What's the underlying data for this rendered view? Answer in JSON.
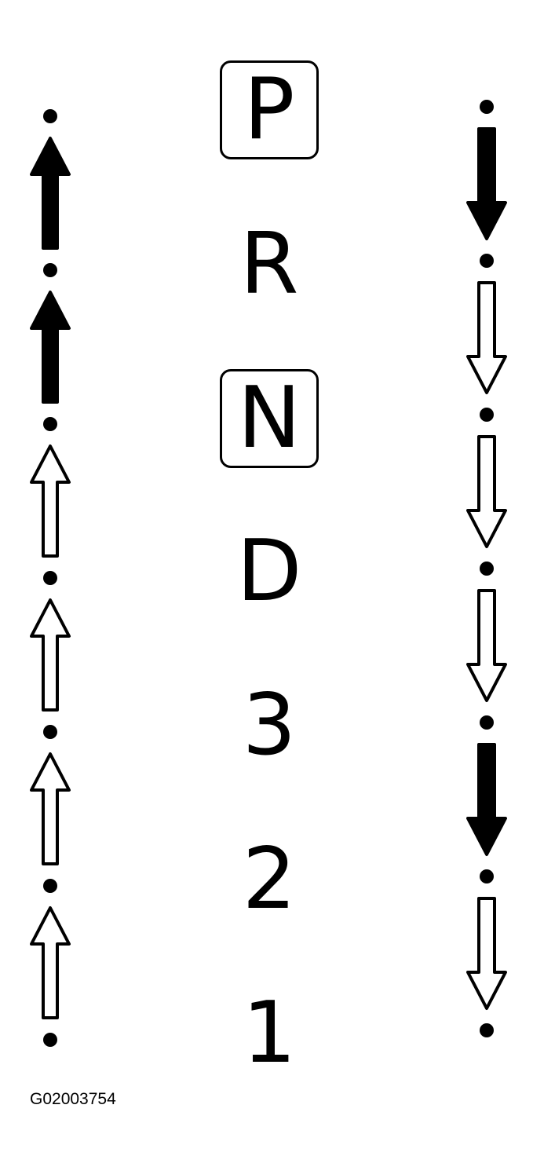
{
  "gears": [
    {
      "label": "P",
      "boxed": true
    },
    {
      "label": "R",
      "boxed": false
    },
    {
      "label": "N",
      "boxed": true
    },
    {
      "label": "D",
      "boxed": false
    },
    {
      "label": "3",
      "boxed": false
    },
    {
      "label": "2",
      "boxed": false
    },
    {
      "label": "1",
      "boxed": false
    }
  ],
  "left_column": {
    "direction": "up",
    "arrows_filled": [
      true,
      true,
      false,
      false,
      false,
      false
    ]
  },
  "right_column": {
    "direction": "down",
    "arrows_filled": [
      true,
      false,
      false,
      false,
      true,
      false
    ]
  },
  "figure_code": "G02003754",
  "colors": {
    "ink": "#000000",
    "background": "#ffffff"
  }
}
